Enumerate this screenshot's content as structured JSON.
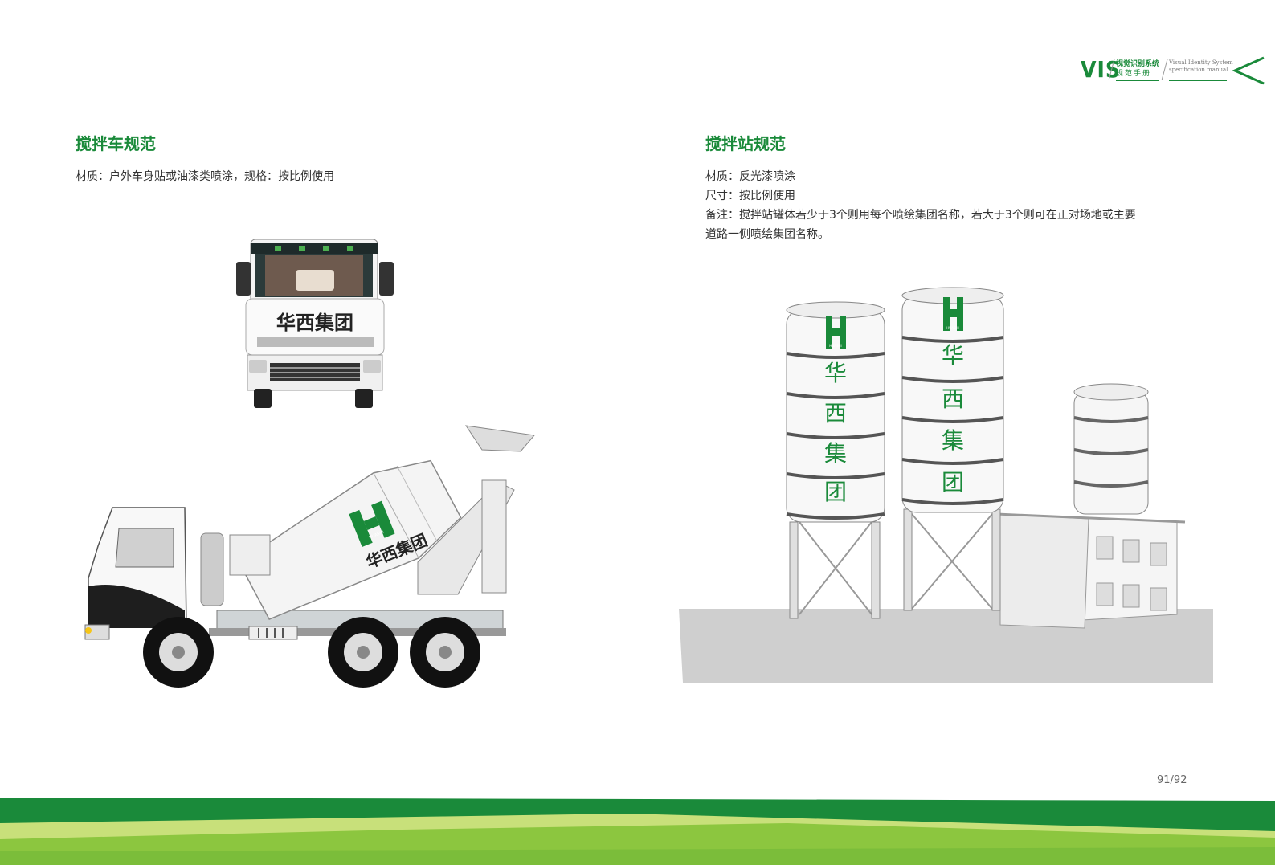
{
  "header": {
    "vis": "VIS",
    "cn_line1": "视觉识别系统",
    "cn_line2": "规范手册",
    "en_line1": "Visual Identity System",
    "en_line2": "specification manual"
  },
  "left": {
    "title": "搅拌车规范",
    "desc": "材质：户外车身贴或油漆类喷涂，规格：按比例使用",
    "truck_front_text": "华西集团",
    "drum_text": "华西集团",
    "drum_logo_text": "HUASHI"
  },
  "right": {
    "title": "搅拌站规范",
    "line1": "材质：反光漆喷涂",
    "line2": "尺寸：按比例使用",
    "line3": "备注：搅拌站罐体若少于3个则用每个喷绘集团名称，若大于3个则可在正对场地或主要",
    "line4": "道路一侧喷绘集团名称。",
    "silo_logo_text": "HUASHI",
    "silo1_chars": [
      "华",
      "西",
      "集",
      "团"
    ],
    "silo2_chars": [
      "华",
      "西",
      "集",
      "团"
    ]
  },
  "footer": {
    "page": "91/92"
  },
  "colors": {
    "brand_green": "#1a8a3a",
    "light_green": "#8cc63f",
    "pale_green": "#c8e07a"
  }
}
